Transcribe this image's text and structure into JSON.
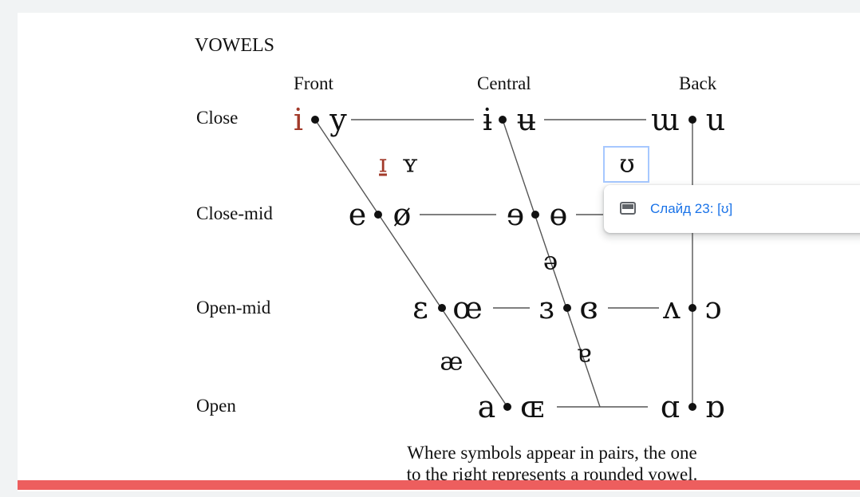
{
  "slide": {
    "heading": "VOWELS",
    "columns": {
      "front": "Front",
      "central": "Central",
      "back": "Back"
    },
    "rows": {
      "close": "Close",
      "close_mid": "Close-mid",
      "open_mid": "Open-mid",
      "open": "Open"
    },
    "vowels": {
      "close_front_unrounded": "i",
      "close_front_rounded": "y",
      "close_central_unrounded": "ɨ",
      "close_central_rounded": "ʉ",
      "close_back_unrounded": "ɯ",
      "close_back_rounded": "u",
      "near_close_front_unrounded": "ɪ",
      "near_close_front_rounded": "ʏ",
      "near_close_back_rounded": "ʊ",
      "close_mid_front_unrounded": "e",
      "close_mid_front_rounded": "ø",
      "close_mid_central_unrounded": "ɘ",
      "close_mid_central_rounded": "ɵ",
      "mid_central": "ə",
      "open_mid_front_unrounded": "ɛ",
      "open_mid_front_rounded": "œ",
      "open_mid_central_unrounded": "ɜ",
      "open_mid_central_rounded": "ɞ",
      "open_mid_back_unrounded": "ʌ",
      "open_mid_back_rounded": "ɔ",
      "near_open_front_unrounded": "æ",
      "near_open_central": "ɐ",
      "open_front_unrounded": "a",
      "open_front_rounded": "ɶ",
      "open_back_unrounded": "ɑ",
      "open_back_rounded": "ɒ"
    },
    "footnote_line1": "Where symbols appear in pairs, the one",
    "footnote_line2": "to the right represents a rounded vowel."
  },
  "tooltip": {
    "text": "Слайд 23: [ʊ]",
    "icon": "slide-icon"
  },
  "colors": {
    "highlight_red": "#a23a2a",
    "link_blue": "#1a73e8",
    "bottom_bar": "#ed5e5e",
    "selection_border": "#a6c8ff"
  }
}
